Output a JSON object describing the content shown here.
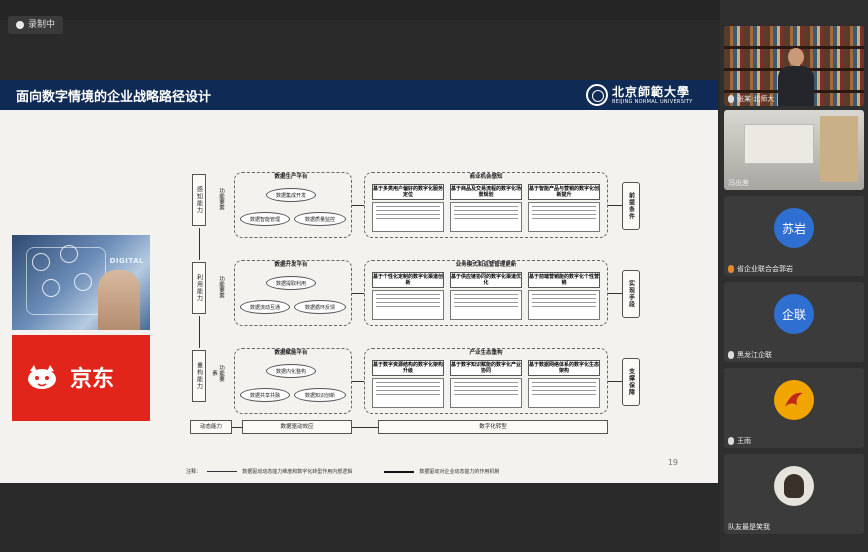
{
  "recording": {
    "label": "录制中"
  },
  "slide": {
    "title": "面向数字情境的企业战略路径设计",
    "logo_cn": "北京師範大學",
    "logo_en": "BEIJING NORMAL UNIVERSITY",
    "page_number": "19",
    "jd_brand": "京东",
    "digital_text": "DIGITAL"
  },
  "diagram": {
    "left_labels": [
      "感知能力",
      "利用能力",
      "重构能力"
    ],
    "func_labels": [
      "功能要素",
      "功能要素",
      "功能要素"
    ],
    "platforms": [
      {
        "title": "数据生产平台",
        "nodes": [
          "数据集成开发",
          "数据智能管理",
          "数据质量监控"
        ]
      },
      {
        "title": "数据开发平台",
        "nodes": [
          "数据提取利用",
          "数据流动互通",
          "数据循环反馈"
        ]
      },
      {
        "title": "数据赋能平台",
        "nodes": [
          "数据内化整构",
          "数据共享共融",
          "数据知识创新"
        ]
      }
    ],
    "sections": [
      {
        "title": "商业机会感知",
        "cells": [
          "基于多类用户偏好的数字化服务定位",
          "基于商品及交易流程的数字化场景规划",
          "基于智能产品与营销的数字化创新提升"
        ]
      },
      {
        "title": "业务模式和运营管理更新",
        "cells": [
          "基于个性化定制的数字化渠道创新",
          "基于供应链协同的数字化渠道优化",
          "基于前端营销能的数字化个性营销"
        ]
      },
      {
        "title": "产业生态重构",
        "cells": [
          "基于数字资源结构的数字化架构升级",
          "基于数字知识赋能的数字化产业协同",
          "基于数据网络体系的数字化生态架构"
        ]
      }
    ],
    "right_labels": [
      "前提条件",
      "实现手段",
      "支撑保障"
    ],
    "bottom": {
      "dynamic": "动态能力",
      "data_drive": "数据驱动效应",
      "transform": "数字化转型"
    },
    "legend_items": [
      "数据驱动动态能力维度和数字化转型作用内部逻辑",
      "数据驱动对企业动态能力的作用机制"
    ],
    "legend_prefix": "注释："
  },
  "participants": [
    {
      "name": "张某·北师大",
      "type": "video"
    },
    {
      "name": "冯出差",
      "type": "video"
    },
    {
      "name": "苏岩",
      "display_name": "省企业联合会郭岩",
      "type": "avatar",
      "color": "#2e6fd1",
      "initials": "苏岩"
    },
    {
      "name": "企联",
      "display_name": "黑龙江企联",
      "type": "avatar",
      "color": "#2e6fd1",
      "initials": "企联"
    },
    {
      "name": "王雨",
      "type": "image"
    },
    {
      "name": "队友最是笑我",
      "type": "image"
    }
  ]
}
